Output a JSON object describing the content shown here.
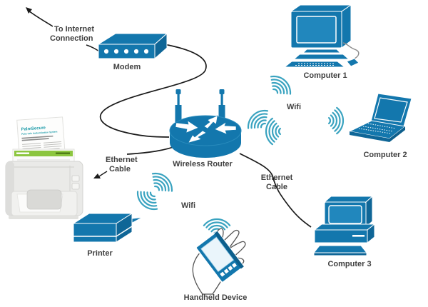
{
  "diagram": {
    "internet_label": {
      "line1": "To Internet",
      "line2": "Connection"
    },
    "nodes": {
      "modem": "Modem",
      "router": "Wireless Router",
      "computer1": "Computer 1",
      "computer2": "Computer 2",
      "computer3": "Computer 3",
      "printer": "Printer",
      "handheld": "Handheld Device"
    },
    "links": {
      "wifi_top": "Wifi",
      "wifi_bottom": "Wifi",
      "ethernet_left": {
        "line1": "Ethernet",
        "line2": "Cable"
      },
      "ethernet_right": {
        "line1": "Ethernet",
        "line2": "Cable"
      }
    },
    "scanner_document": {
      "title": "PalmSecure",
      "subtitle": "Palm Vein Authentication System"
    }
  },
  "colors": {
    "device_blue": "#1377ad",
    "device_blue_light": "#2187bd",
    "wifi_teal": "#3aa3c0",
    "cable_line": "#1a1a1a",
    "label_text": "#404040",
    "doc_teal": "#1a9aa8",
    "doc_green": "#8cc63f",
    "scanner_gray": "#eaeae8"
  }
}
